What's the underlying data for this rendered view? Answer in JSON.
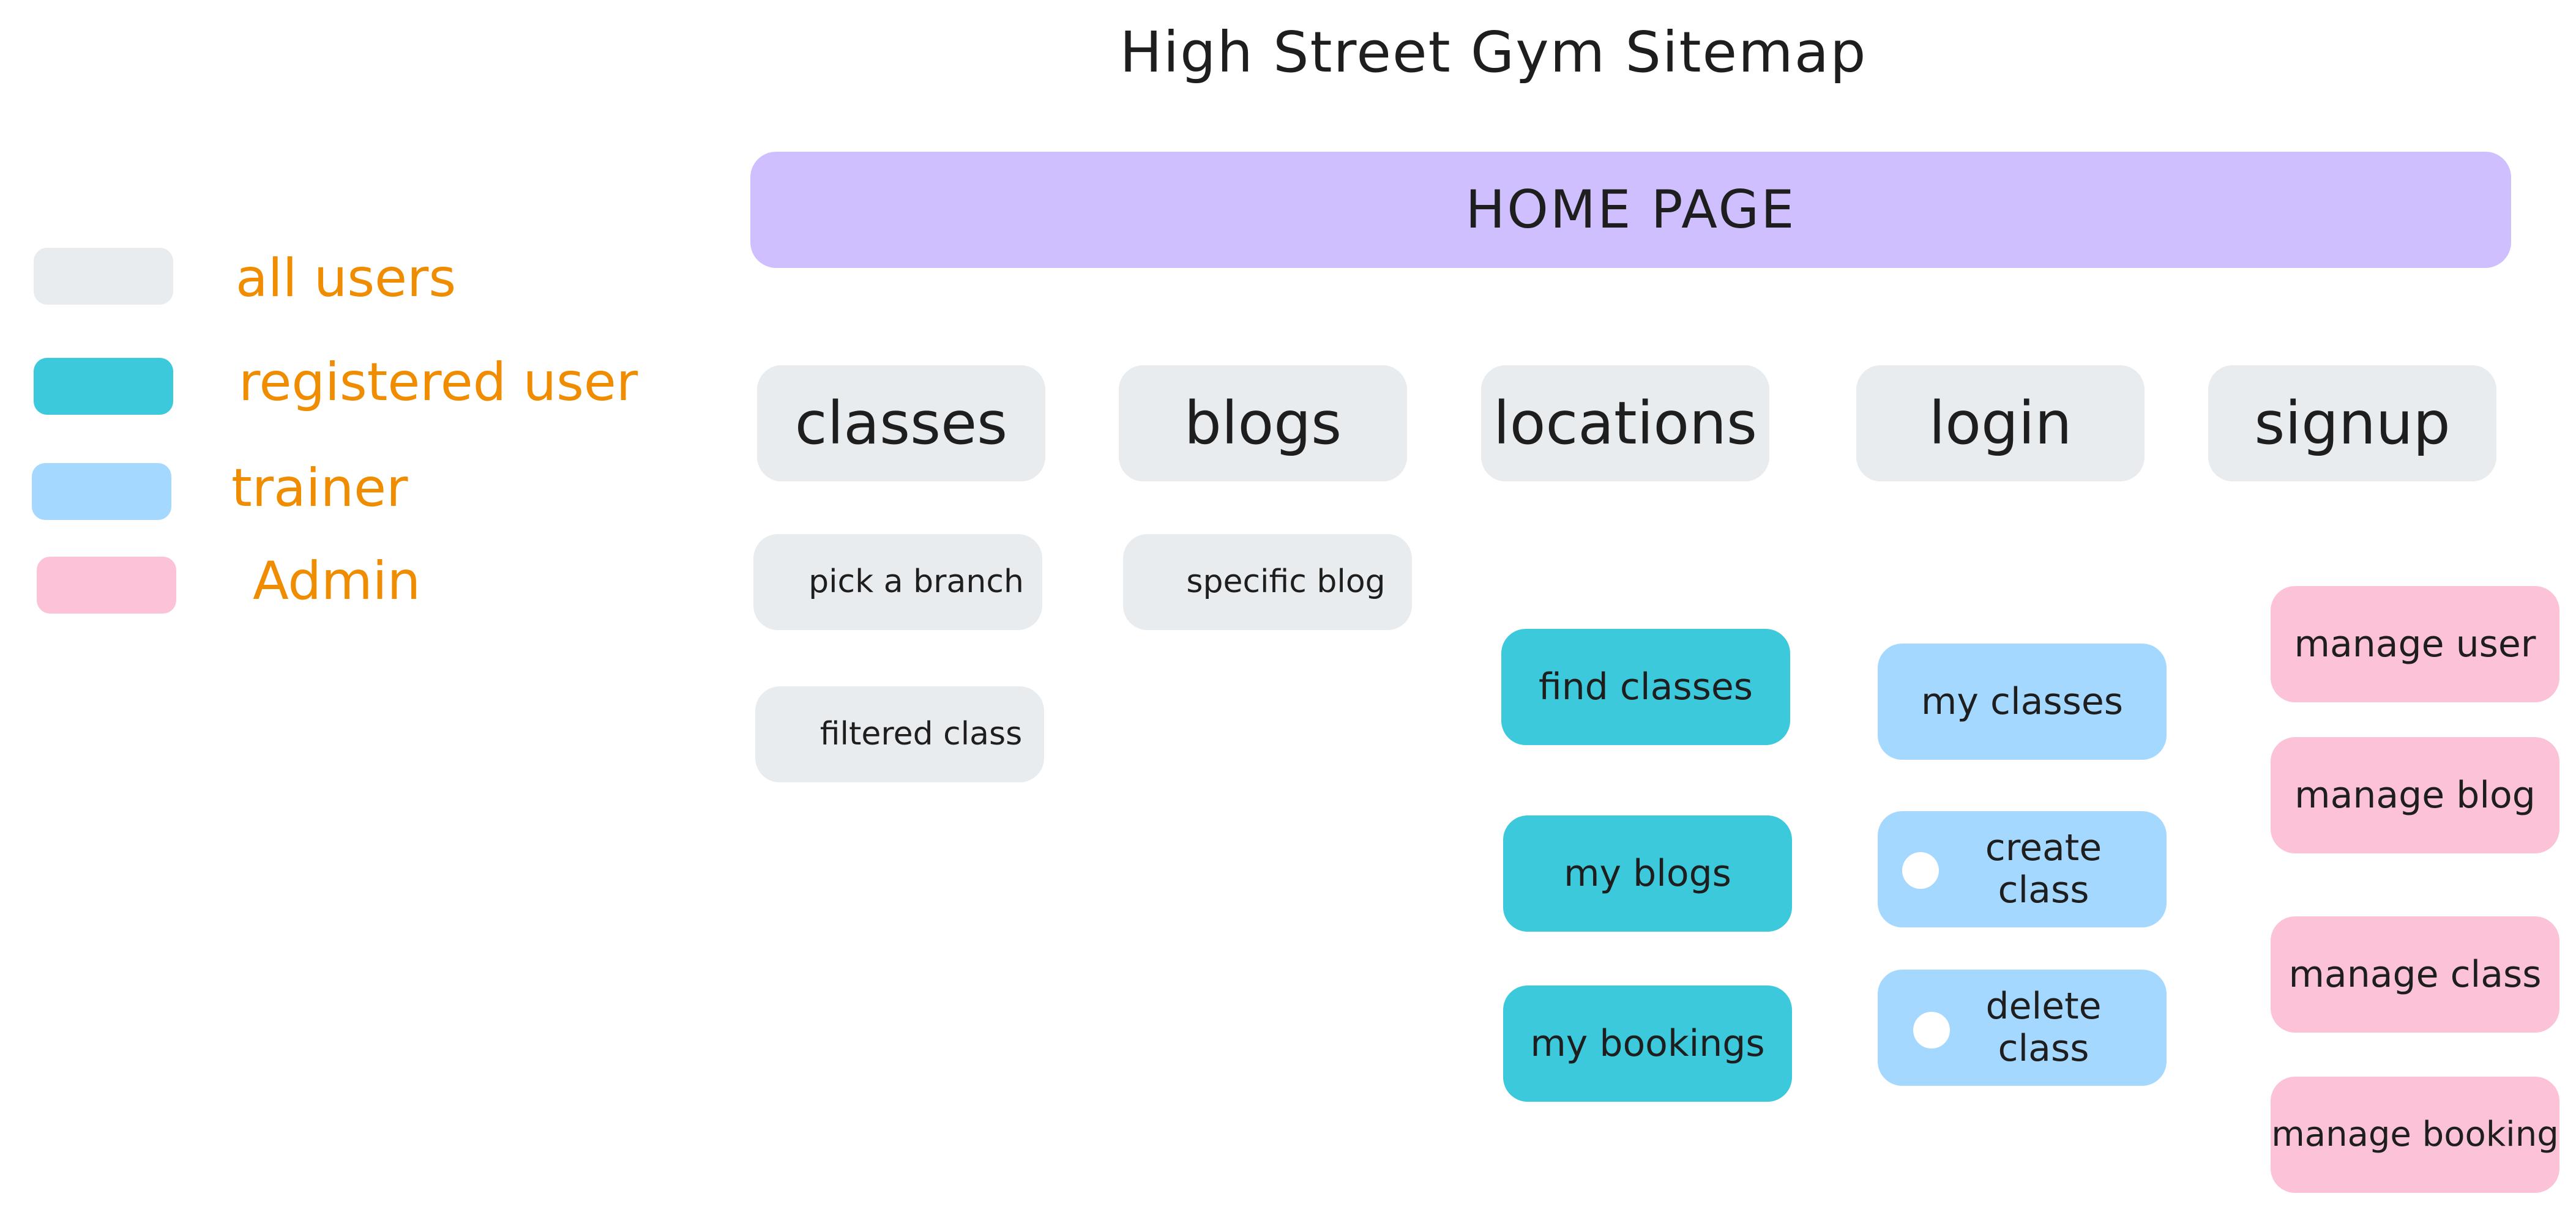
{
  "title": "High Street Gym Sitemap",
  "colors": {
    "all_users": "#e9ecef",
    "registered_user": "#3bc9db",
    "trainer": "#a5d8ff",
    "admin": "#fcc2d7",
    "home": "#d0bfff",
    "legend_text": "#f08c00"
  },
  "legend": [
    {
      "label": "all users"
    },
    {
      "label": "registered user"
    },
    {
      "label": "trainer"
    },
    {
      "label": "Admin"
    }
  ],
  "home": "HOME PAGE",
  "nav": [
    "classes",
    "blogs",
    "locations",
    "login",
    "signup"
  ],
  "all_users_pages": [
    "pick a branch",
    "filtered class",
    "specific blog"
  ],
  "registered_pages": [
    "find classes",
    "my blogs",
    "my bookings"
  ],
  "trainer_pages": [
    "my classes",
    "create class",
    "delete class"
  ],
  "admin_pages": [
    "manage user",
    "manage blog",
    "manage class",
    "manage booking"
  ]
}
